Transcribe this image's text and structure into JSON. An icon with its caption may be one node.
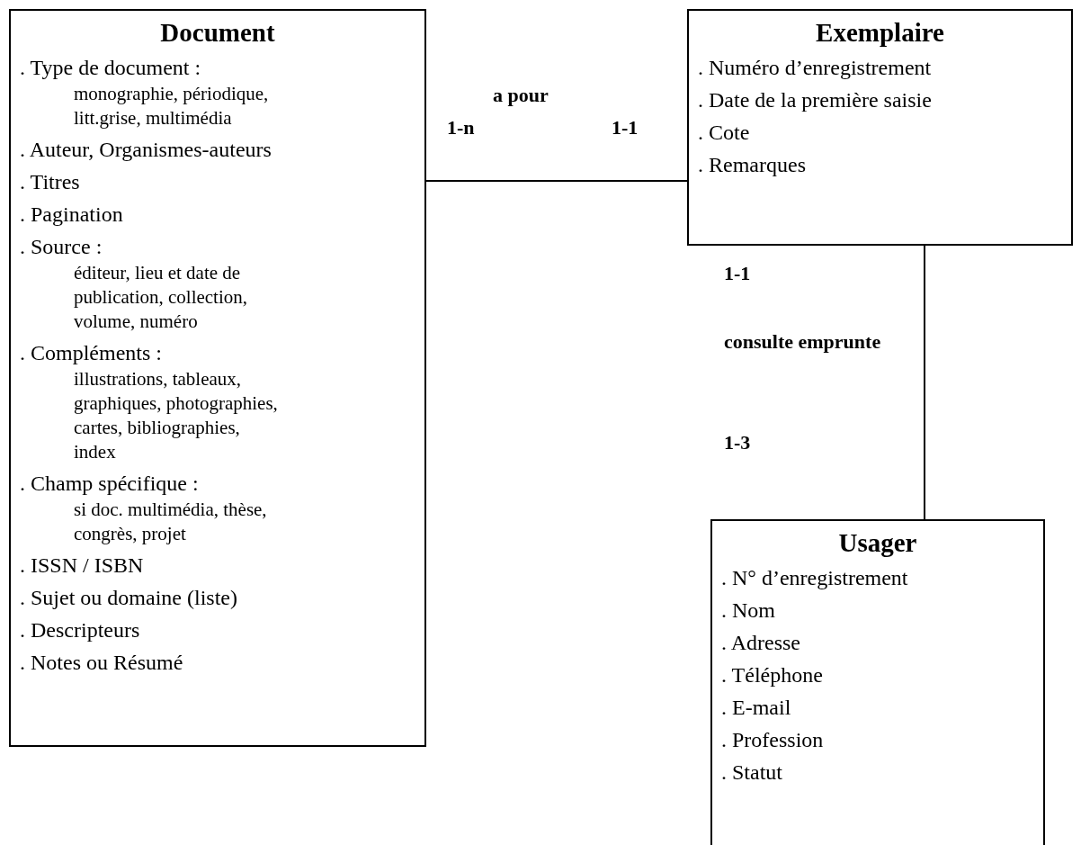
{
  "diagram": {
    "nodes": [
      {
        "text": [
          "Document",
          ". Type de document :",
          "monographie, périodique, litt.grise, multimédia",
          ". Auteur, Organismes-auteurs",
          ". Titres",
          ". Pagination",
          ". Source :",
          "éditeur, lieu et date de publication, collection, volume, numéro",
          ". Compléments :",
          "illustrations, tableaux, graphiques, photographies, cartes, bibliographies, index",
          ". Champ spécifique :",
          "si doc. multimédia, thèse, congrès, projet",
          ". ISSN / ISBN",
          ". Sujet ou domaine (liste)",
          ". Descripteurs",
          ". Notes ou Résumé"
        ]
      },
      {
        "text": [
          "Exemplaire",
          ". Numéro d’enregistrement",
          ". Date de la première saisie",
          ". Cote",
          ". Remarques"
        ]
      },
      {
        "text": [
          "Usager",
          ". N° d’enregistrement",
          ". Nom",
          ". Adresse",
          ". Téléphone",
          ". E-mail",
          ". Profession",
          ". Statut"
        ]
      }
    ],
    "edges": [
      {
        "from": 0,
        "to": 1,
        "arrow": "none",
        "label": "a pour"
      },
      {
        "from": 1,
        "to": 2,
        "arrow": "none",
        "label": "consulte emprunte"
      }
    ],
    "labels": [
      "1-n",
      "1-1",
      "1-1",
      "1-3"
    ]
  }
}
